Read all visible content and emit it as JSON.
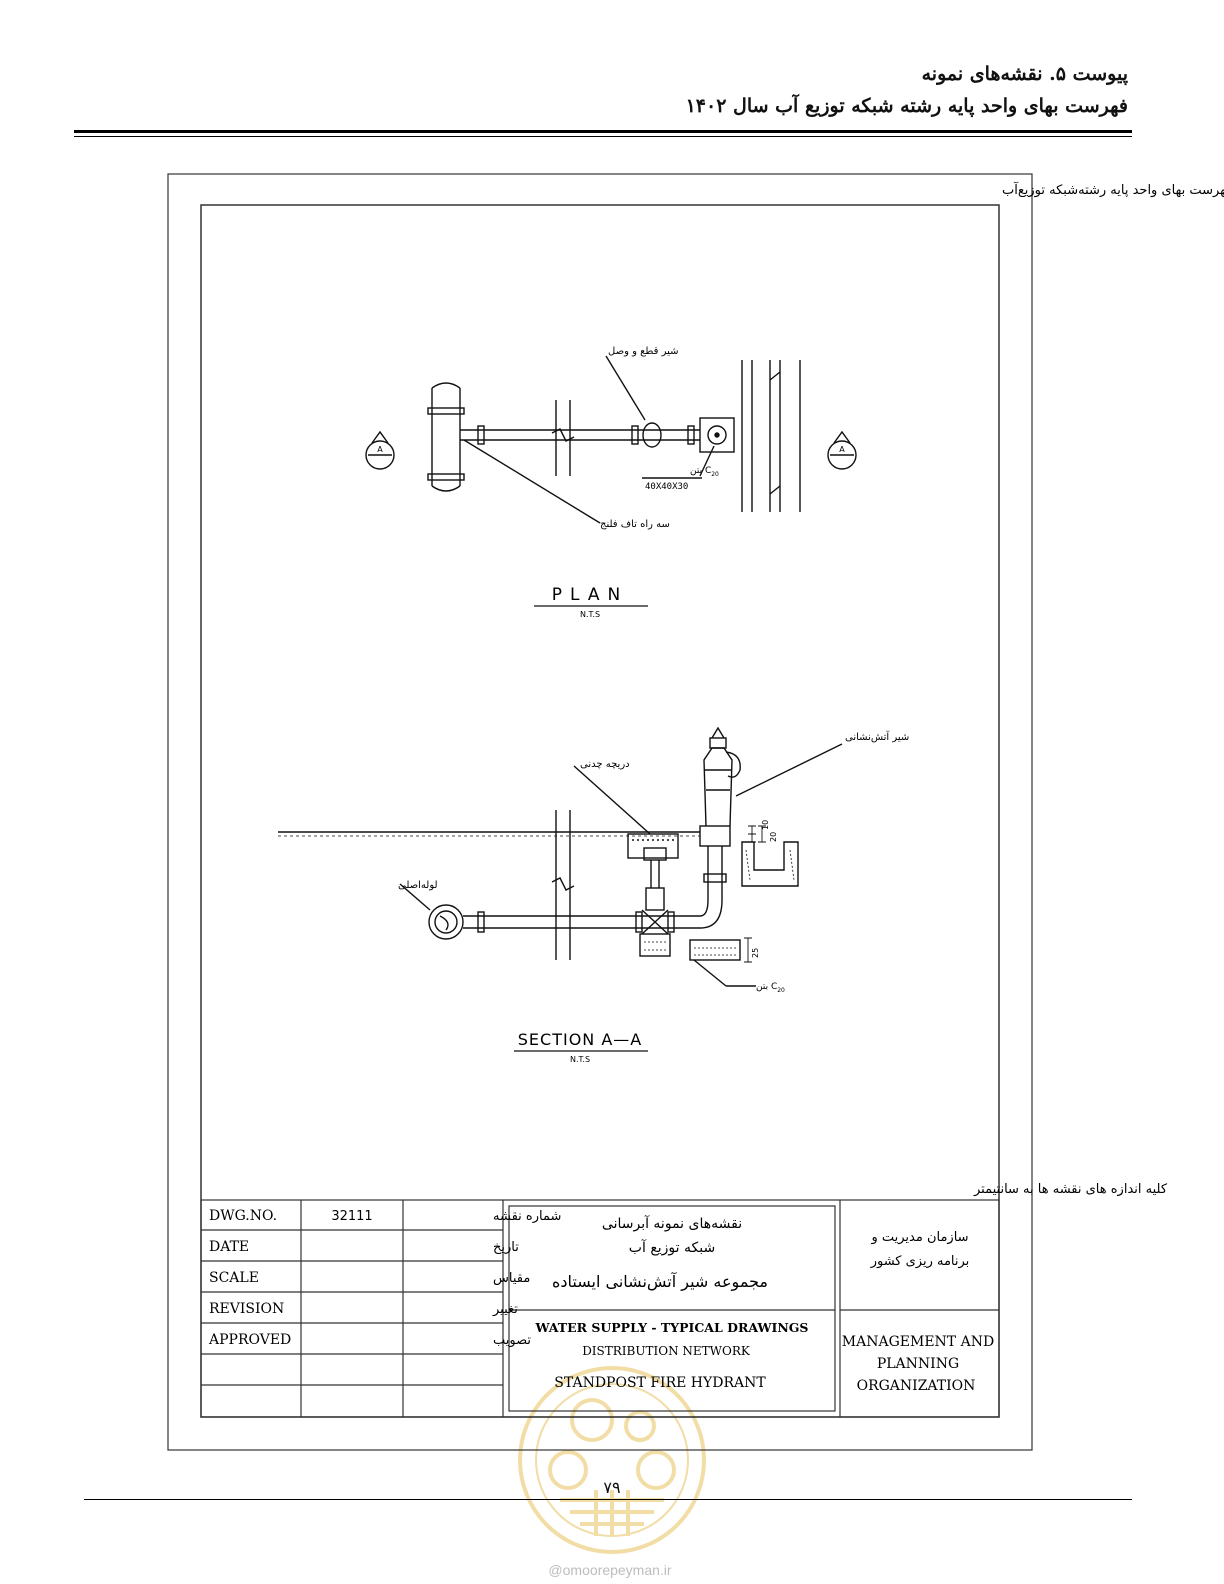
{
  "page_header": {
    "line1": "پیوست ۵. نقشه‌های نمونه",
    "line2": "فهرست بهای واحد پایه رشته شبکه توزیع آب سال ۱۴۰۲"
  },
  "sheet_header": "فهرست بهای واحد پایه رشته‌شبکه توزیع‌آب",
  "plan": {
    "title": "PLAN",
    "scale_note": "N.T.S",
    "labels": {
      "gate_valve": "شیر قطع و وصل",
      "concrete": "بتن C",
      "concrete_sub": "20",
      "block_size": "40X40X30",
      "flanged_tee": "سه راه تاف فلنج",
      "section_marker": "A"
    }
  },
  "section": {
    "title": "SECTION A—A",
    "scale_note": "N.T.S",
    "labels": {
      "fire_valve": "شیر آتش‌نشانی",
      "cast_iron_box": "دریچه چدنی",
      "main_pipe": "لوله‌اصلی",
      "concrete": "بتن C",
      "concrete_sub": "20",
      "dim_20": "20",
      "dim_10": "10",
      "dim_25": "25"
    }
  },
  "dimensions_note": "کلیه اندازه های نقشه ها به سانتیمتر",
  "title_block": {
    "rows": [
      {
        "en": "DWG.NO.",
        "value": "32111",
        "fa": "شماره نقشه"
      },
      {
        "en": "DATE",
        "value": "",
        "fa": "تاریخ"
      },
      {
        "en": "SCALE",
        "value": "",
        "fa": "مقیاس"
      },
      {
        "en": "REVISION",
        "value": "",
        "fa": "تغییر"
      },
      {
        "en": "APPROVED",
        "value": "",
        "fa": "تصویب"
      }
    ],
    "fa_title_1": "نقشه‌های نمونه آبرسانی",
    "fa_title_2": "شبکه توزیع آب",
    "fa_title_3": "مجموعه شیر آتش‌نشانی ایستاده",
    "en_title_1": "WATER SUPPLY - TYPICAL DRAWINGS",
    "en_title_2": "DISTRIBUTION NETWORK",
    "en_title_3": "STANDPOST FIRE HYDRANT",
    "org_fa_1": "سازمان مدیریت و",
    "org_fa_2": "برنامه ریزی کشور",
    "org_en_1": "MANAGEMENT AND",
    "org_en_2": "PLANNING",
    "org_en_3": "ORGANIZATION"
  },
  "page_number": "۷۹",
  "watermark": "@omoorepeyman.ir",
  "colors": {
    "ink": "#111111",
    "watermark": "#e6c25c"
  }
}
